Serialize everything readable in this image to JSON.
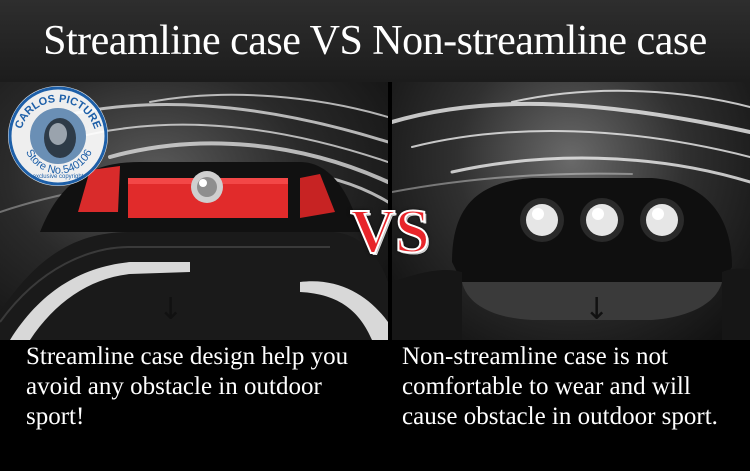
{
  "title": "Streamline case VS Non-streamline case",
  "vs_badge": "VS",
  "left_panel": {
    "arrow": "↓",
    "caption": "Streamline case design help you avoid any obstacle in outdoor sport!"
  },
  "right_panel": {
    "arrow": "↓",
    "caption": "Non-streamline case is not comfortable to wear and will cause obstacle in outdoor sport."
  },
  "watermark": {
    "top_text": "CARLOS PICTURE",
    "store_text": "Store No.540106",
    "sub_text": "exclusive copyright"
  },
  "colors": {
    "accent_red": "#e8252a",
    "title_bg": "#262626",
    "text": "#ffffff"
  }
}
